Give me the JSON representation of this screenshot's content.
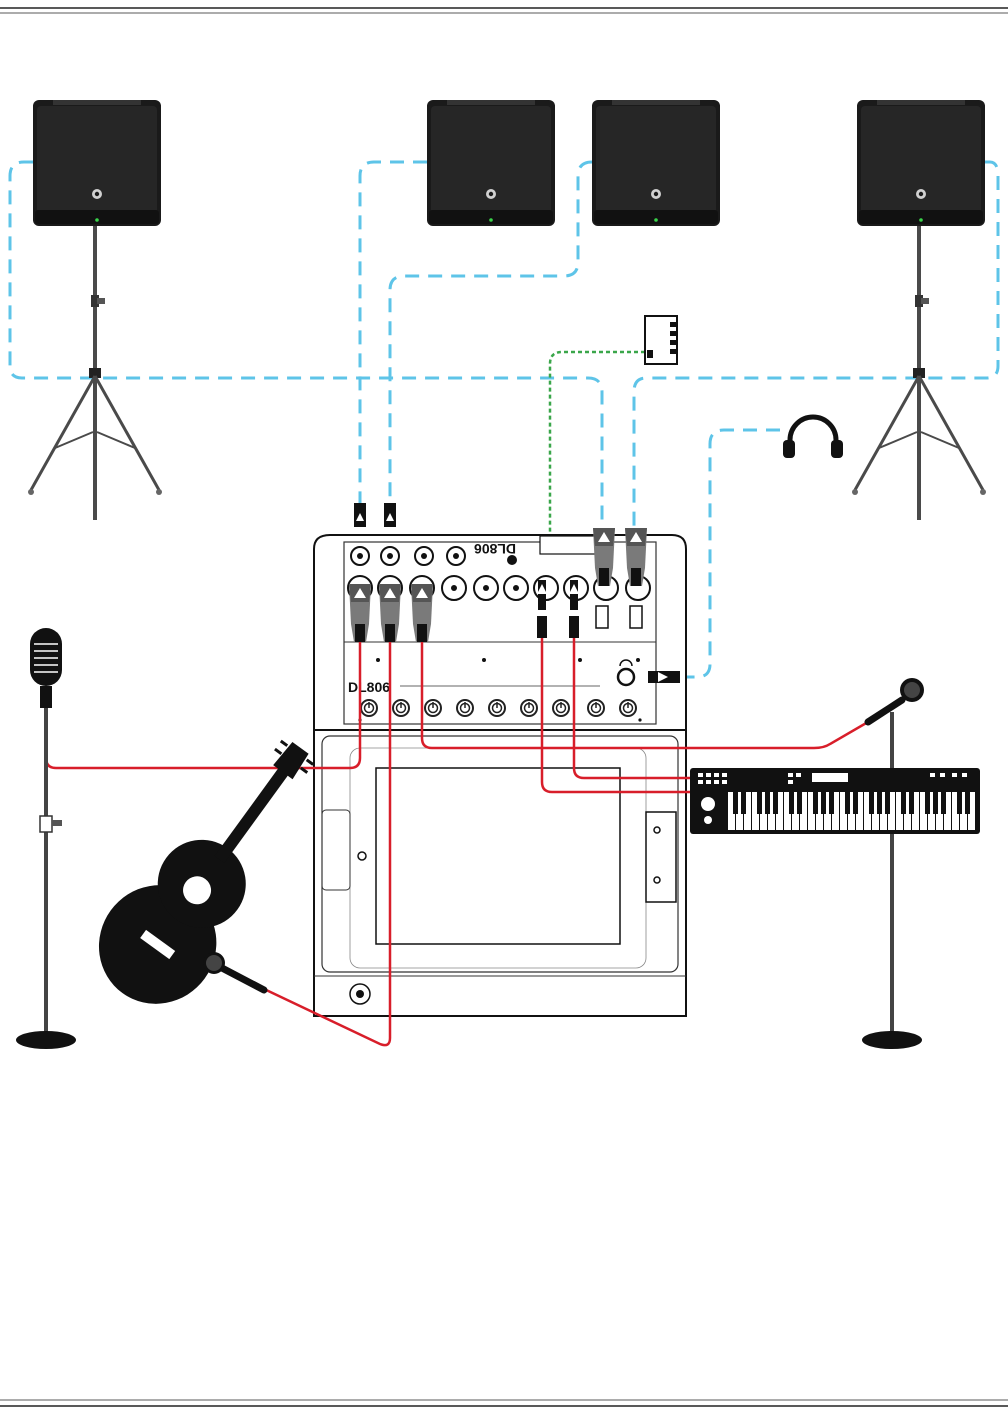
{
  "mixer": {
    "model_label_top": "DL806",
    "model_label_front": "DL806"
  },
  "colors": {
    "audio_cable": "#d81e2a",
    "speaker_cable": "#5ec4e8",
    "network_cable": "#3aa64a",
    "device_fill": "#1a1a1a",
    "stand": "#333333"
  },
  "devices": {
    "speakers": [
      "speaker-1",
      "speaker-2",
      "speaker-3",
      "speaker-4"
    ],
    "sources": [
      "vintage-microphone",
      "acoustic-guitar",
      "handheld-microphone",
      "stage-microphone",
      "keyboard"
    ],
    "accessories": [
      "headphones",
      "wireless-router",
      "ipad-dock"
    ]
  }
}
